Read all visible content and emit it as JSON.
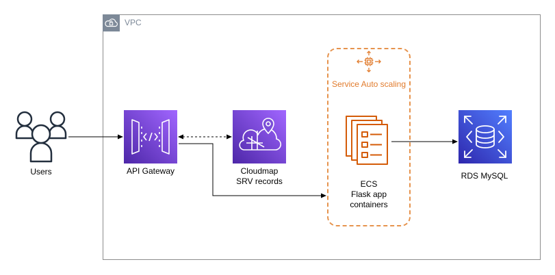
{
  "vpc": {
    "label": "VPC"
  },
  "autoscaling": {
    "label": "Service Auto scaling"
  },
  "nodes": {
    "users": {
      "label": "Users"
    },
    "api_gateway": {
      "label": "API Gateway"
    },
    "cloudmap": {
      "line1": "Cloudmap",
      "line2": "SRV records"
    },
    "ecs": {
      "line1": "ECS",
      "line2": "Flask app",
      "line3": "containers"
    },
    "rds": {
      "label": "RDS MySQL"
    }
  },
  "icons": {
    "vpc": "cloud-lock-icon",
    "users": "users-icon",
    "api_gateway": "api-gateway-icon",
    "cloudmap": "cloud-map-icon",
    "ecs": "ecs-containers-icon",
    "autoscaling": "autoscaling-icon",
    "rds": "rds-database-icon"
  },
  "colors": {
    "app_integration_purple": "#8c4fff",
    "database_blue": "#3b48cc",
    "autoscaling_orange": "#e6934d",
    "vpc_gray": "#7d8998"
  }
}
